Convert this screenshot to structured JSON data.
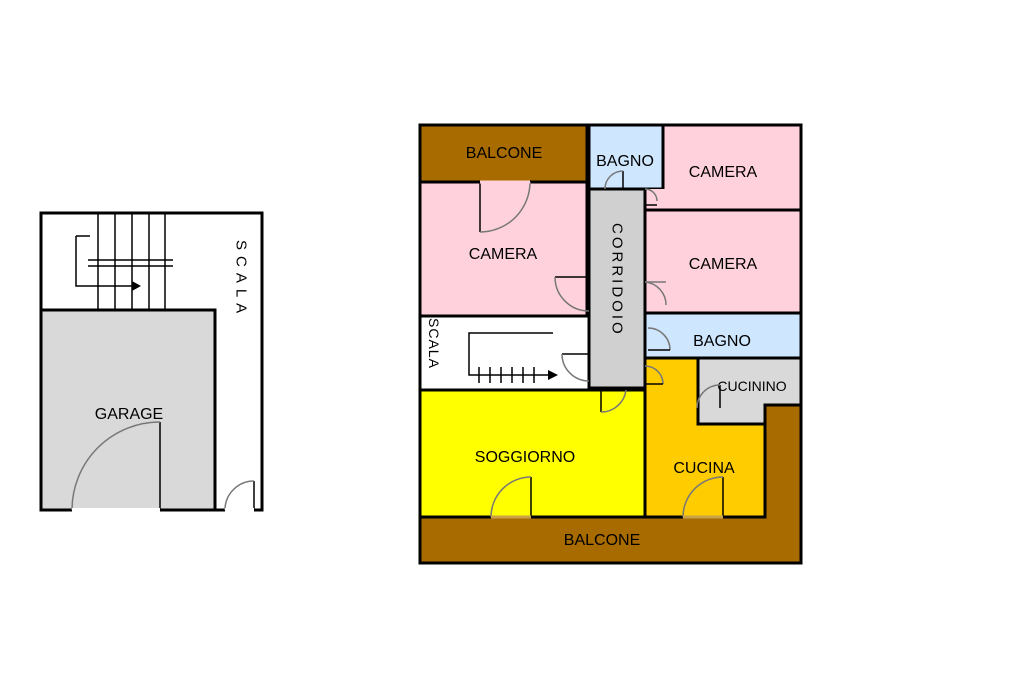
{
  "ground_floor": {
    "rooms": {
      "garage": {
        "label": "GARAGE",
        "color": "#d9d9d9"
      },
      "stairs": {
        "label": "SCALA",
        "color": "#ffffff"
      }
    }
  },
  "upper_floor": {
    "rooms": {
      "balcone_top": {
        "label": "BALCONE",
        "color": "#a86b00"
      },
      "bagno_top": {
        "label": "BAGNO",
        "color": "#cfe6ff"
      },
      "camera_top_right": {
        "label": "CAMERA",
        "color": "#ffd1dc"
      },
      "camera_left": {
        "label": "CAMERA",
        "color": "#ffd1dc"
      },
      "corridoio": {
        "label": "CORRIDOIO",
        "color": "#d0d0d0"
      },
      "camera_mid_right": {
        "label": "CAMERA",
        "color": "#ffd1dc"
      },
      "scala": {
        "label": "SCALA",
        "color": "#ffffff"
      },
      "bagno_mid": {
        "label": "BAGNO",
        "color": "#cfe6ff"
      },
      "cucinino": {
        "label": "CUCININO",
        "color": "#d9d9d9"
      },
      "soggiorno": {
        "label": "SOGGIORNO",
        "color": "#ffff00"
      },
      "cucina": {
        "label": "CUCINA",
        "color": "#ffcc00"
      },
      "balcone_bottom": {
        "label": "BALCONE",
        "color": "#a86b00"
      }
    }
  }
}
